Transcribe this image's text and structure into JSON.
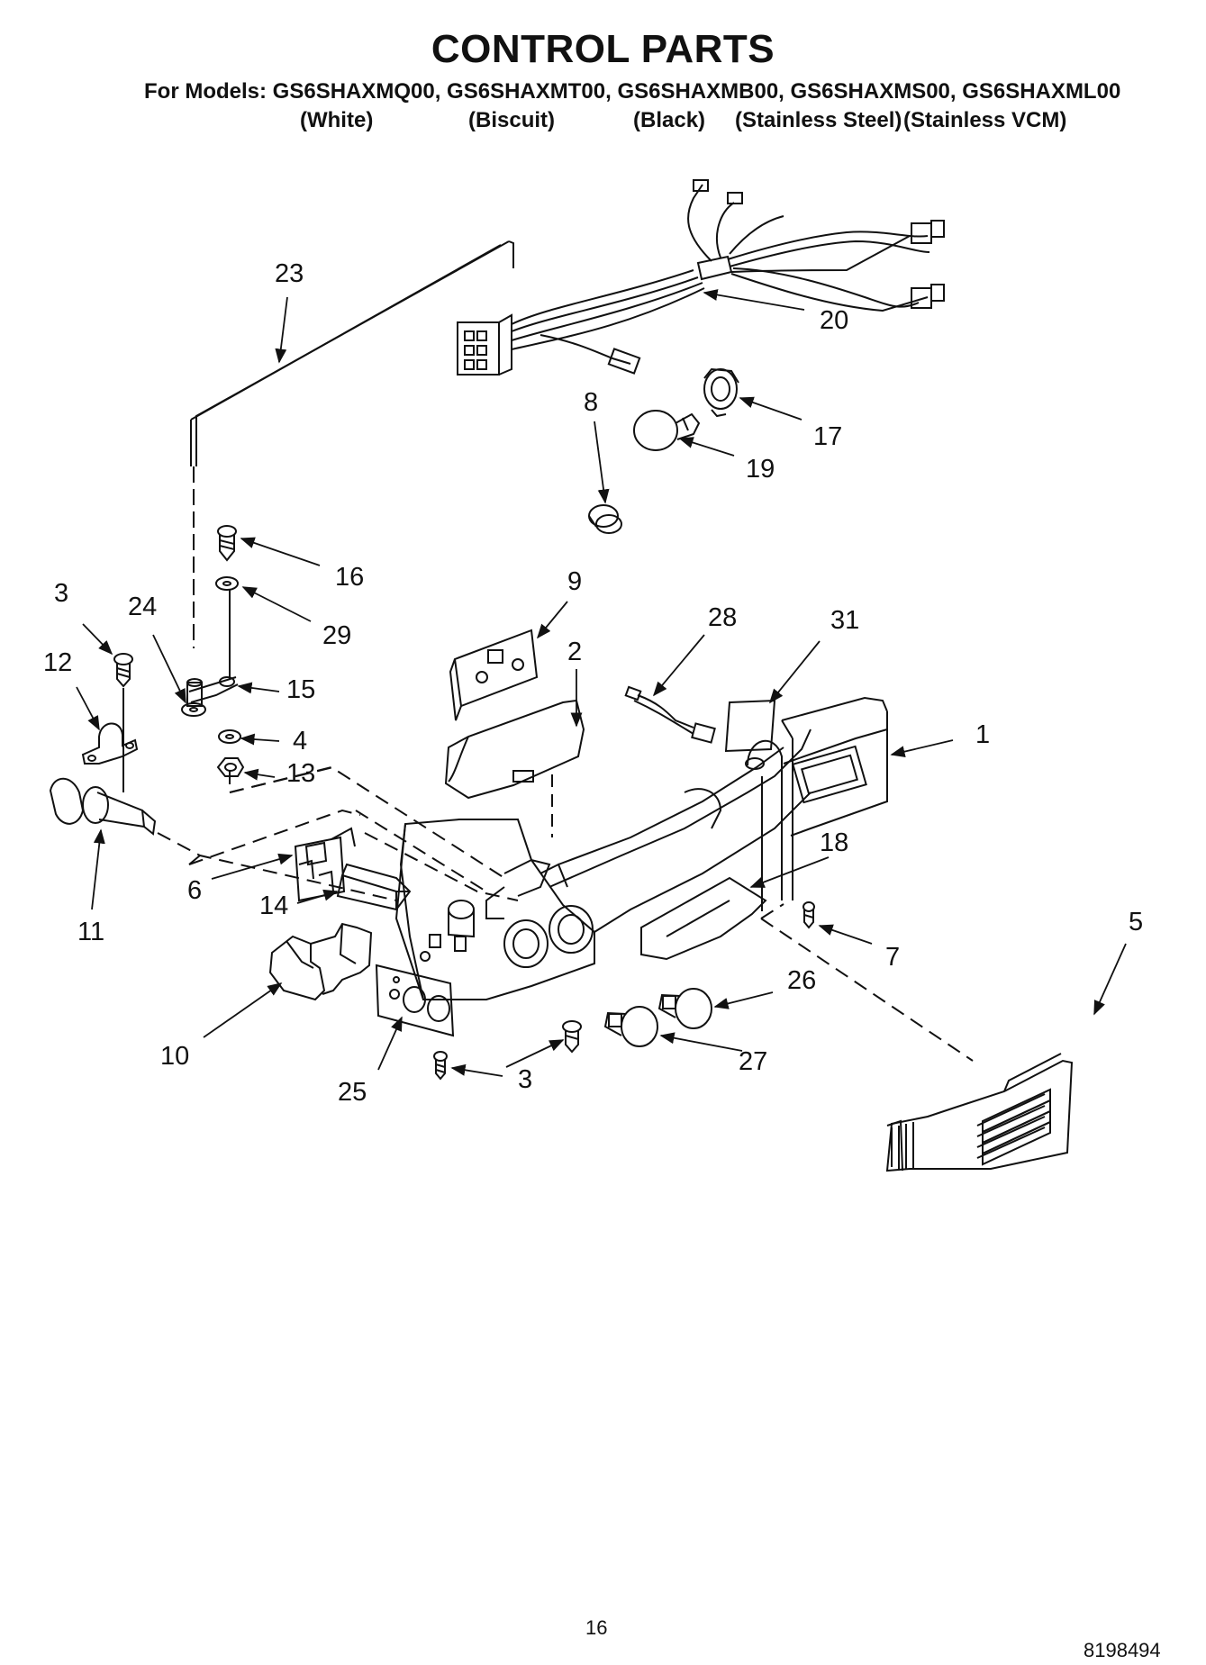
{
  "header": {
    "title": "CONTROL PARTS",
    "models": "For Models: GS6SHAXMQ00, GS6SHAXMT00, GS6SHAXMB00, GS6SHAXMS00, GS6SHAXML00",
    "variants": [
      "(White)",
      "(Biscuit)",
      "(Black)",
      "(Stainless Steel)",
      "(Stainless VCM)"
    ]
  },
  "callouts": {
    "c1": "1",
    "c2": "2",
    "c3a": "3",
    "c3b": "3",
    "c4": "4",
    "c5": "5",
    "c6": "6",
    "c7": "7",
    "c8": "8",
    "c9": "9",
    "c10": "10",
    "c11": "11",
    "c12": "12",
    "c13": "13",
    "c14": "14",
    "c15": "15",
    "c16": "16",
    "c17": "17",
    "c18": "18",
    "c19": "19",
    "c20": "20",
    "c23": "23",
    "c24": "24",
    "c25": "25",
    "c26": "26",
    "c27": "27",
    "c28": "28",
    "c29": "29",
    "c31": "31"
  },
  "footer": {
    "page_number": "16",
    "doc_number": "8198494"
  }
}
